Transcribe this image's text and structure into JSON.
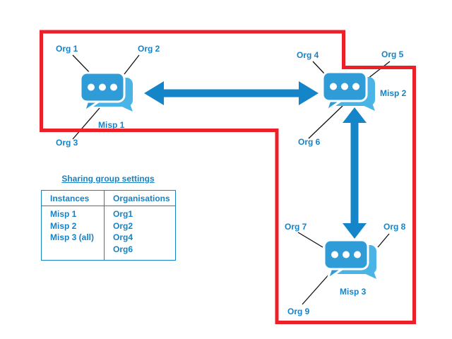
{
  "labels": {
    "org1": "Org 1",
    "org2": "Org 2",
    "org3": "Org 3",
    "org4": "Org 4",
    "org5": "Org 5",
    "org6": "Org 6",
    "org7": "Org 7",
    "org8": "Org 8",
    "org9": "Org 9",
    "misp1": "Misp 1",
    "misp2": "Misp 2",
    "misp3": "Misp 3"
  },
  "sharing_group": {
    "title": "Sharing group settings",
    "headers": [
      "Instances",
      "Organisations"
    ],
    "instances": [
      "Misp 1",
      "Misp 2",
      "Misp 3 (all)"
    ],
    "organisations": [
      "Org1",
      "Org2",
      "Org4",
      "Org6"
    ]
  },
  "icons": {
    "node": "chat-bubbles-icon",
    "link": "double-headed-arrow"
  },
  "colors": {
    "accent_blue": "#1583C6",
    "icon_blue": "#2F9CD8",
    "icon_blue_light": "#4BB4E6",
    "arrow_blue": "#1485C8",
    "boundary_red": "#EC2028",
    "connector_black": "#111111"
  }
}
